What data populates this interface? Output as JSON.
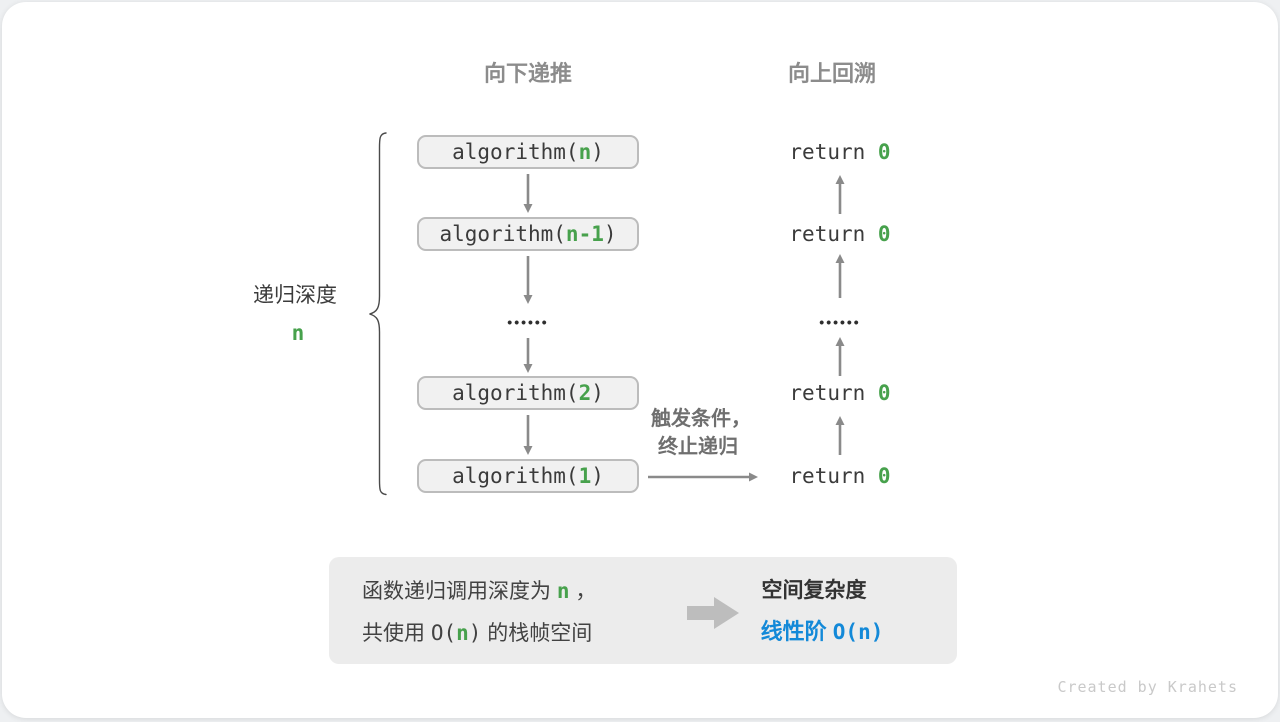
{
  "headers": {
    "downward": "向下递推",
    "upward": "向上回溯"
  },
  "depth": {
    "label": "递归深度",
    "value": "n"
  },
  "stack": {
    "boxes": [
      {
        "prefix": "algorithm(",
        "arg": "n",
        "suffix": ")"
      },
      {
        "prefix": "algorithm(",
        "arg": "n-1",
        "suffix": ")"
      },
      {
        "prefix": "algorithm(",
        "arg": "2",
        "suffix": ")"
      },
      {
        "prefix": "algorithm(",
        "arg": "1",
        "suffix": ")"
      }
    ],
    "ellipsis": "••••••"
  },
  "returns": {
    "keyword": "return",
    "value": "0",
    "ellipsis": "••••••"
  },
  "condition": {
    "line1": "触发条件，",
    "line2": "终止递归"
  },
  "summary": {
    "line1": {
      "pre": "函数递归调用深度为",
      "var": "n",
      "post": "，"
    },
    "line2": {
      "pre": "共使用",
      "open": "O(",
      "var": "n",
      "close": ")",
      "post": "的栈帧空间"
    },
    "title": "空间复杂度",
    "result": {
      "pre": "线性阶",
      "open": "O(",
      "var": "n",
      "close": ")"
    }
  },
  "footer": "Created by Krahets",
  "colors": {
    "accent_green": "#47a14c",
    "accent_blue": "#1389d8",
    "arrow_gray": "#8a8a8a",
    "header_gray": "#8c8c8c",
    "box_bg": "#f1f1f1",
    "box_border": "#bcbcbc",
    "summary_bg": "#ececec",
    "text_dark": "#3b3b3b"
  }
}
